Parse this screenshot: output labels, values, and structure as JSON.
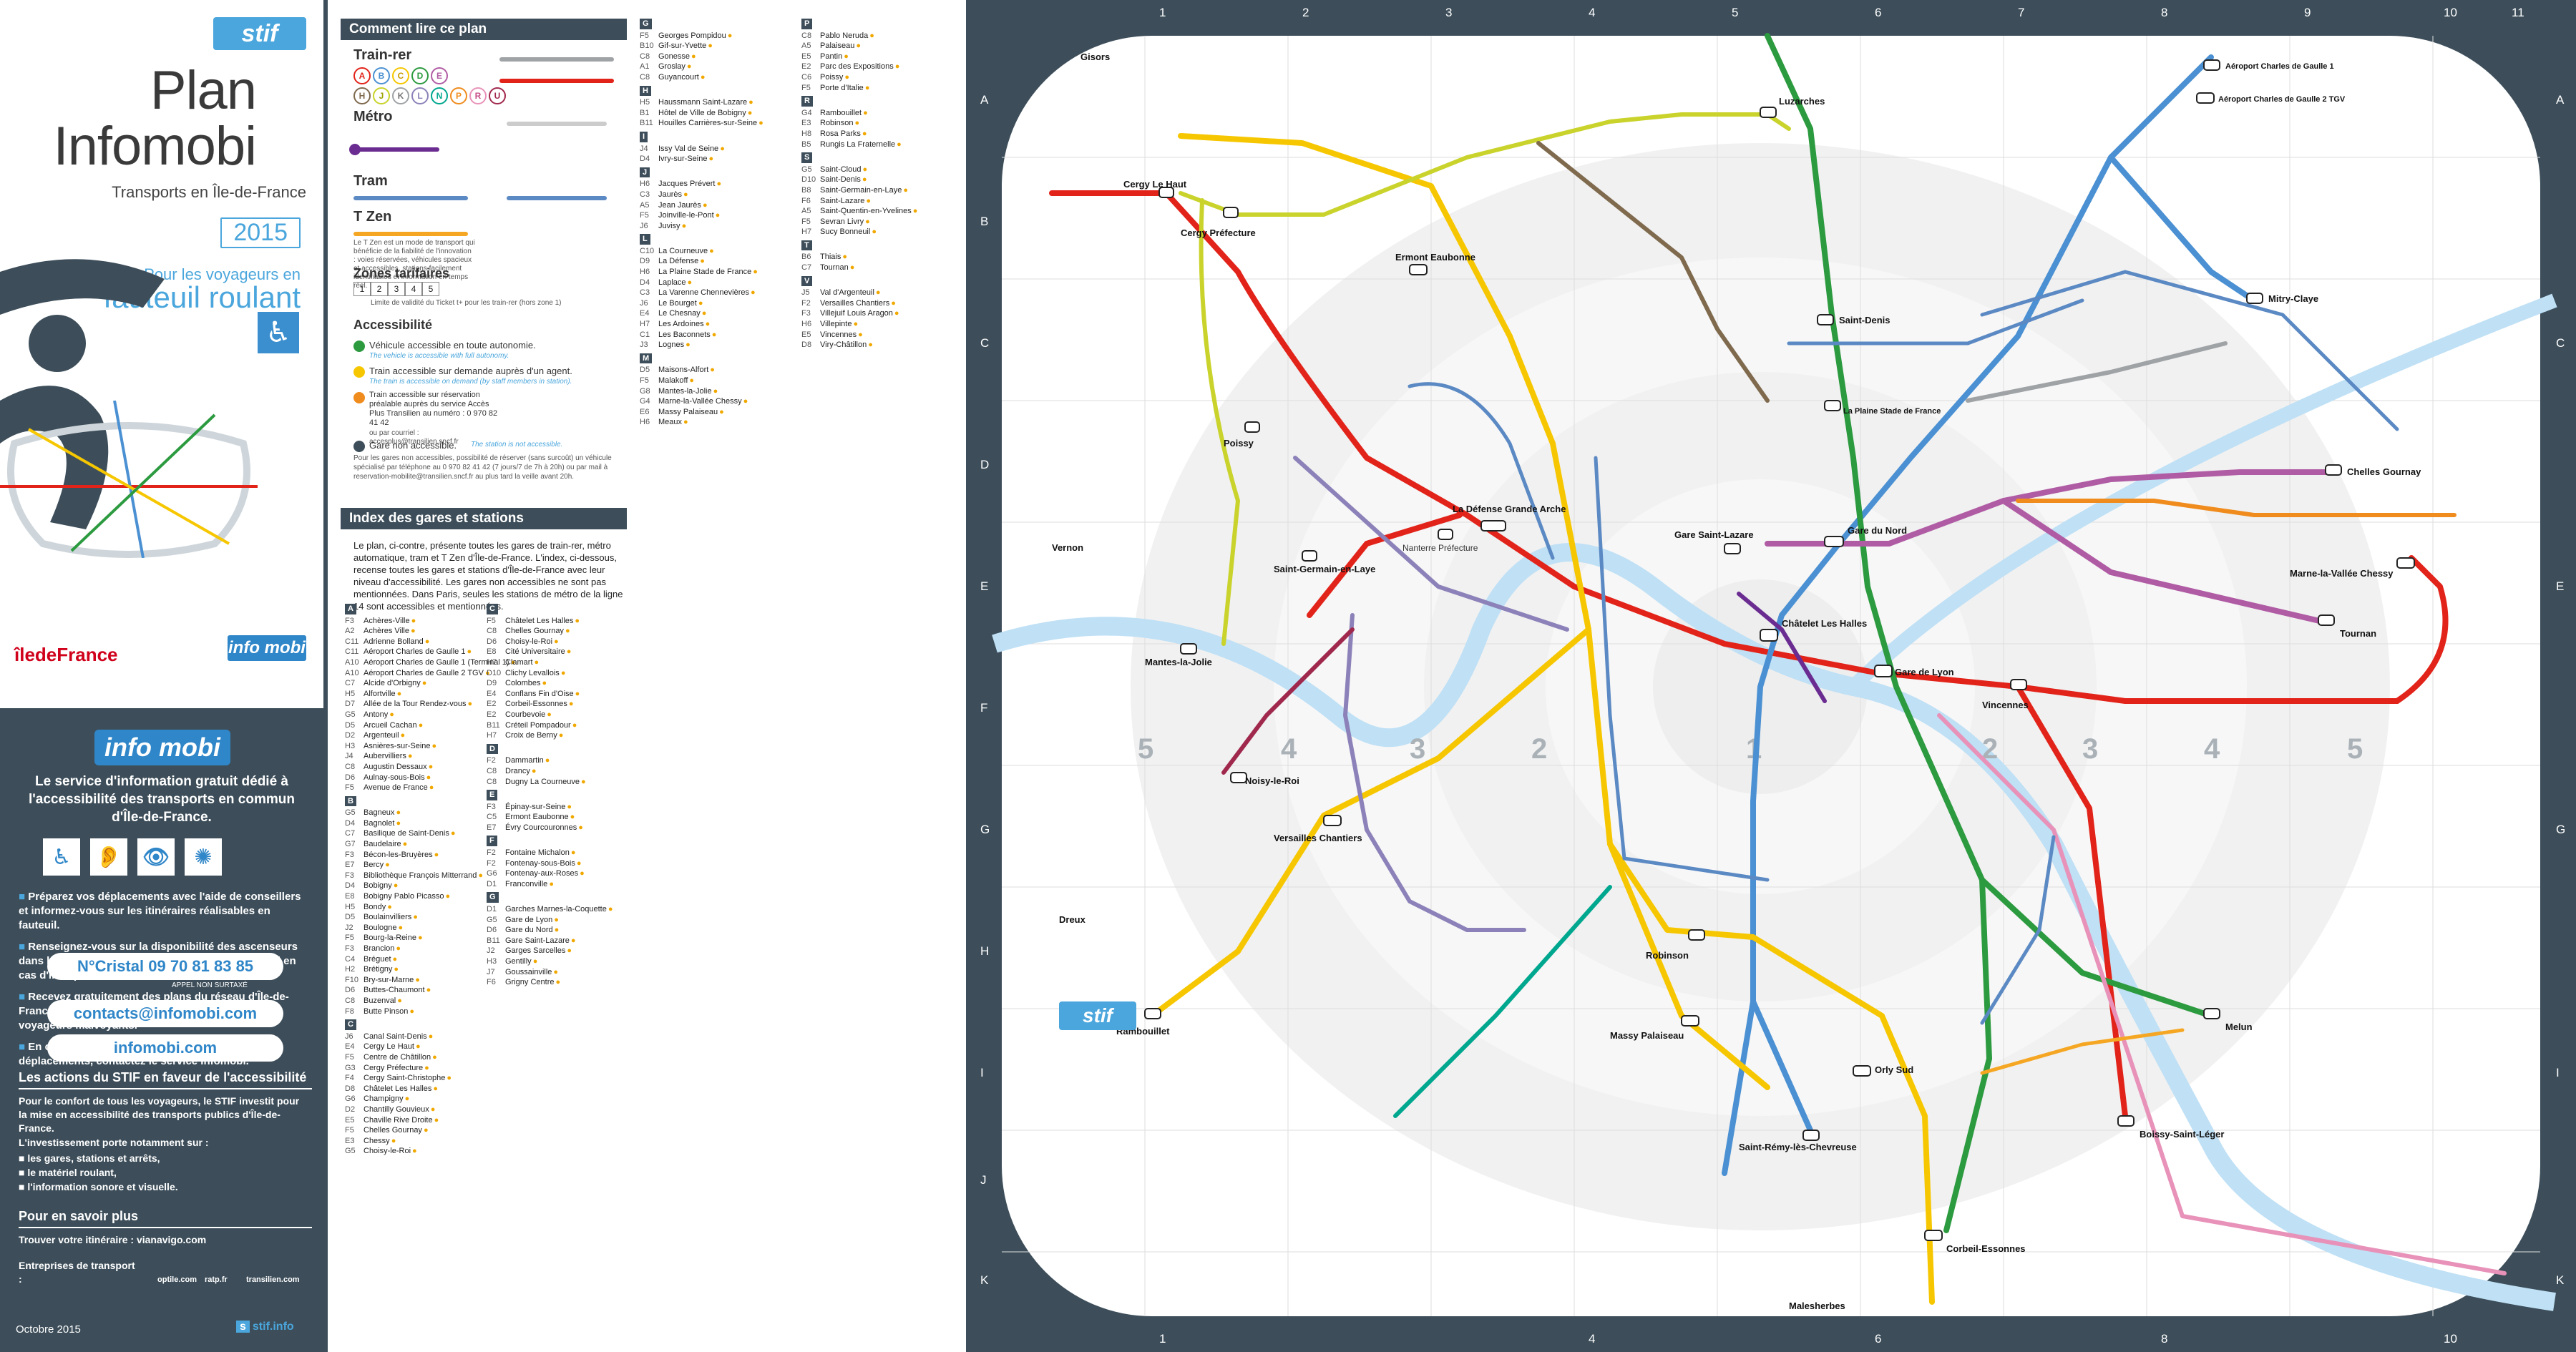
{
  "cover": {
    "logo": "stif",
    "title_line1": "Plan",
    "title_line2": "Infomobi",
    "subtitle": "Transports en Île-de-France",
    "year": "2015",
    "for_text": "Pour les voyageurs en",
    "for_big": "fauteuil roulant",
    "wheelchair_icon": "wheelchair-icon",
    "region_logo": "îledeFrance",
    "infomobi_logo": "info mobi"
  },
  "infomobi": {
    "logo": "info mobi",
    "text": "Le service d'information gratuit dédié à l'accessibilité des transports en commun d'Île-de-France.",
    "icons": [
      "wheelchair-icon",
      "ear-icon",
      "eye-icon",
      "brain-icon"
    ],
    "bullets": [
      "Préparez vos déplacements avec l'aide de conseillers et informez-vous sur les itinéraires réalisables en fauteuil.",
      "Renseignez-vous sur la disponibilité des ascenseurs dans les gares et soyez alertés par SMS ou courriel en cas d'indisponibilité.",
      "Recevez gratuitement des plans du réseau d'Île-de-France destinés aux voyageurs en fauteuils et aux voyageurs malvoyants.",
      "En cas de difficultés imprévues lors de vos déplacements, contactez le service Infomobi."
    ],
    "phone_label": "N°Cristal",
    "phone": "09 70 81 83 85",
    "phone_note": "APPEL NON SURTAXÉ",
    "email": "contacts@infomobi.com",
    "web": "infomobi.com",
    "actions_title": "Les actions du STIF en faveur de l'accessibilité",
    "actions_text": "Pour le confort de tous les voyageurs, le STIF investit pour la mise en accessibilité des transports publics d'Île-de-France.",
    "actions_sub": "L'investissement porte notamment sur :",
    "actions_list": [
      "les gares, stations et arrêts,",
      "le matériel roulant,",
      "l'information sonore et visuelle."
    ],
    "more_title": "Pour en savoir plus",
    "more_route": "Trouver votre itinéraire : vianavigo.com",
    "more_operators": "Entreprises de transport :",
    "operators": [
      "optile.com",
      "ratp.fr",
      "transilien.com"
    ],
    "date": "Octobre 2015",
    "stif_info": "stif.info"
  },
  "legend": {
    "title": "Comment lire ce plan",
    "trainrer": "Train-rer",
    "rer_letters": [
      "A",
      "B",
      "C",
      "D",
      "E"
    ],
    "train_letters": [
      "H",
      "J",
      "K",
      "L",
      "N",
      "P",
      "R",
      "U"
    ],
    "metro": "Métro",
    "tram": "Tram",
    "tzen": "T Zen",
    "tzen_text": "Le T Zen est un mode de transport qui bénéficie de la fiabilité de l'innovation : voies réservées, véhicules spacieux et accessibles, stations facilement identifiables et information en temps réel.",
    "zones_title": "Zones tarifaires",
    "zones": [
      "1",
      "2",
      "3",
      "4",
      "5"
    ],
    "zones_note": "Limite de validité du Ticket t+ pour les train-rer (hors zone 1)",
    "access_title": "Accessibilité",
    "access_1": "Véhicule accessible en toute autonomie.",
    "access_1b": "The vehicle is accessible with full autonomy.",
    "access_2": "Train accessible sur demande auprès d'un agent.",
    "access_2b": "The train is accessible on demand (by staff members in station).",
    "access_3": "Train accessible sur réservation préalable auprès du service Accès Plus Transilien au numéro : 0 970 82 41 42",
    "access_3b": "ou par courriel : accesplus@transilien.sncf.fr",
    "access_4": "Gare non accessible.",
    "access_4b": "The station is not accessible.",
    "access_text": "Pour les gares non accessibles, possibilité de réserver (sans surcoût) un véhicule spécialisé par téléphone au 0 970 82 41 42 (7 jours/7 de 7h à 20h) ou par mail à reservation-mobilite@transilien.sncf.fr au plus tard la veille avant 20h.",
    "index_title": "Index des gares et stations",
    "index_text": "Le plan, ci-contre, présente toutes les gares de train-rer, métro automatique, tram et T Zen d'Île-de-France. L'index, ci-dessous, recense toutes les gares et stations d'Île-de-France avec leur niveau d'accessibilité. Les gares non accessibles ne sont pas mentionnées. Dans Paris, seules les stations de métro de la ligne 14 sont accessibles et mentionnées."
  },
  "index": {
    "col1": [
      {
        "letter": "A",
        "rows": [
          [
            "F3",
            "Achères-Ville"
          ],
          [
            "A2",
            "Achères Ville"
          ],
          [
            "C11",
            "Adrienne Bolland"
          ],
          [
            "C11",
            "Aéroport Charles de Gaulle 1"
          ],
          [
            "A10",
            "Aéroport Charles de Gaulle 1 (Terminal 1)"
          ],
          [
            "A10",
            "Aéroport Charles de Gaulle 2 TGV"
          ],
          [
            "C7",
            "Alcide d'Orbigny"
          ],
          [
            "H5",
            "Alfortville"
          ],
          [
            "D7",
            "Allée de la Tour Rendez-vous"
          ],
          [
            "G5",
            "Antony"
          ],
          [
            "D5",
            "Arcueil Cachan"
          ],
          [
            "D2",
            "Argenteuil"
          ],
          [
            "H3",
            "Asnières-sur-Seine"
          ],
          [
            "J4",
            "Aubervilliers"
          ],
          [
            "C8",
            "Augustin Dessaux"
          ],
          [
            "D6",
            "Aulnay-sous-Bois"
          ],
          [
            "F5",
            "Avenue de France"
          ]
        ]
      },
      {
        "letter": "B",
        "rows": [
          [
            "G5",
            "Bagneux"
          ],
          [
            "D4",
            "Bagnolet"
          ],
          [
            "C7",
            "Basilique de Saint-Denis"
          ],
          [
            "G7",
            "Baudelaire"
          ],
          [
            "F3",
            "Bécon-les-Bruyères"
          ],
          [
            "E7",
            "Bercy"
          ],
          [
            "F3",
            "Bibliothèque François Mitterrand"
          ],
          [
            "D4",
            "Bobigny"
          ],
          [
            "E8",
            "Bobigny Pablo Picasso"
          ],
          [
            "H5",
            "Bondy"
          ],
          [
            "D5",
            "Boulainvilliers"
          ],
          [
            "J2",
            "Boulogne"
          ],
          [
            "F5",
            "Bourg-la-Reine"
          ],
          [
            "F3",
            "Brancion"
          ],
          [
            "C4",
            "Bréguet"
          ],
          [
            "H2",
            "Brétigny"
          ],
          [
            "F10",
            "Bry-sur-Marne"
          ],
          [
            "D6",
            "Buttes-Chaumont"
          ],
          [
            "C8",
            "Buzenval"
          ],
          [
            "F8",
            "Butte Pinson"
          ]
        ]
      },
      {
        "letter": "C",
        "rows": [
          [
            "J6",
            "Canal Saint-Denis"
          ],
          [
            "E4",
            "Cergy Le Haut"
          ],
          [
            "F5",
            "Centre de Châtillon"
          ],
          [
            "G3",
            "Cergy Préfecture"
          ],
          [
            "F4",
            "Cergy Saint-Christophe"
          ],
          [
            "D8",
            "Châtelet Les Halles"
          ],
          [
            "G6",
            "Champigny"
          ],
          [
            "D2",
            "Chantilly Gouvieux"
          ],
          [
            "E5",
            "Chaville Rive Droite"
          ],
          [
            "F5",
            "Chelles Gournay"
          ],
          [
            "E3",
            "Chessy"
          ],
          [
            "G5",
            "Choisy-le-Roi"
          ]
        ]
      }
    ],
    "col2": [
      {
        "letter": "C",
        "rows": [
          [
            "F5",
            "Châtelet Les Halles"
          ],
          [
            "C8",
            "Chelles Gournay"
          ],
          [
            "D6",
            "Choisy-le-Roi"
          ],
          [
            "E8",
            "Cité Universitaire"
          ],
          [
            "H7",
            "Clamart"
          ],
          [
            "D10",
            "Clichy Levallois"
          ],
          [
            "D9",
            "Colombes"
          ],
          [
            "E4",
            "Conflans Fin d'Oise"
          ],
          [
            "E2",
            "Corbeil-Essonnes"
          ],
          [
            "E2",
            "Courbevoie"
          ],
          [
            "B11",
            "Créteil Pompadour"
          ],
          [
            "H7",
            "Croix de Berny"
          ]
        ]
      },
      {
        "letter": "D",
        "rows": [
          [
            "F2",
            "Dammartin"
          ],
          [
            "C8",
            "Drancy"
          ],
          [
            "C8",
            "Dugny La Courneuve"
          ]
        ]
      },
      {
        "letter": "E",
        "rows": [
          [
            "F3",
            "Épinay-sur-Seine"
          ],
          [
            "C5",
            "Ermont Eaubonne"
          ],
          [
            "E7",
            "Évry Courcouronnes"
          ]
        ]
      },
      {
        "letter": "F",
        "rows": [
          [
            "F2",
            "Fontaine Michalon"
          ],
          [
            "F2",
            "Fontenay-sous-Bois"
          ],
          [
            "G6",
            "Fontenay-aux-Roses"
          ],
          [
            "D1",
            "Franconville"
          ]
        ]
      },
      {
        "letter": "G",
        "rows": [
          [
            "D1",
            "Garches Marnes-la-Coquette"
          ],
          [
            "G5",
            "Gare de Lyon"
          ],
          [
            "D6",
            "Gare du Nord"
          ],
          [
            "B11",
            "Gare Saint-Lazare"
          ],
          [
            "J2",
            "Garges Sarcelles"
          ],
          [
            "H3",
            "Gentilly"
          ],
          [
            "J7",
            "Goussainville"
          ],
          [
            "F6",
            "Grigny Centre"
          ]
        ]
      }
    ],
    "col3": [
      {
        "letter": "G",
        "rows": [
          [
            "F5",
            "Georges Pompidou"
          ],
          [
            "B10",
            "Gif-sur-Yvette"
          ],
          [
            "C8",
            "Gonesse"
          ],
          [
            "A1",
            "Groslay"
          ],
          [
            "C8",
            "Guyancourt"
          ]
        ]
      },
      {
        "letter": "H",
        "rows": [
          [
            "H5",
            "Haussmann Saint-Lazare"
          ],
          [
            "B1",
            "Hôtel de Ville de Bobigny"
          ],
          [
            "B11",
            "Houilles Carrières-sur-Seine"
          ]
        ]
      },
      {
        "letter": "I",
        "rows": [
          [
            "J4",
            "Issy Val de Seine"
          ],
          [
            "D4",
            "Ivry-sur-Seine"
          ]
        ]
      },
      {
        "letter": "J",
        "rows": [
          [
            "H6",
            "Jacques Prévert"
          ],
          [
            "C3",
            "Jaurès"
          ],
          [
            "A5",
            "Jean Jaurès"
          ],
          [
            "F5",
            "Joinville-le-Pont"
          ],
          [
            "J6",
            "Juvisy"
          ]
        ]
      },
      {
        "letter": "L",
        "rows": [
          [
            "C10",
            "La Courneuve"
          ],
          [
            "D9",
            "La Défense"
          ],
          [
            "H6",
            "La Plaine Stade de France"
          ],
          [
            "D4",
            "Laplace"
          ],
          [
            "C3",
            "La Varenne Chennevières"
          ],
          [
            "J6",
            "Le Bourget"
          ],
          [
            "E4",
            "Le Chesnay"
          ],
          [
            "H7",
            "Les Ardoines"
          ],
          [
            "C1",
            "Les Baconnets"
          ],
          [
            "J3",
            "Lognes"
          ]
        ]
      },
      {
        "letter": "M",
        "rows": [
          [
            "D5",
            "Maisons-Alfort"
          ],
          [
            "F5",
            "Malakoff"
          ],
          [
            "G8",
            "Mantes-la-Jolie"
          ],
          [
            "G4",
            "Marne-la-Vallée Chessy"
          ],
          [
            "E6",
            "Massy Palaiseau"
          ],
          [
            "H6",
            "Meaux"
          ]
        ]
      }
    ],
    "col4": [
      {
        "letter": "P",
        "rows": [
          [
            "C8",
            "Pablo Neruda"
          ],
          [
            "A5",
            "Palaiseau"
          ],
          [
            "E5",
            "Pantin"
          ],
          [
            "E2",
            "Parc des Expositions"
          ],
          [
            "C6",
            "Poissy"
          ],
          [
            "F5",
            "Porte d'Italie"
          ]
        ]
      },
      {
        "letter": "R",
        "rows": [
          [
            "G4",
            "Rambouillet"
          ],
          [
            "E3",
            "Robinson"
          ],
          [
            "H8",
            "Rosa Parks"
          ],
          [
            "B5",
            "Rungis La Fraternelle"
          ]
        ]
      },
      {
        "letter": "S",
        "rows": [
          [
            "G5",
            "Saint-Cloud"
          ],
          [
            "D10",
            "Saint-Denis"
          ],
          [
            "B8",
            "Saint-Germain-en-Laye"
          ],
          [
            "F6",
            "Saint-Lazare"
          ],
          [
            "A5",
            "Saint-Quentin-en-Yvelines"
          ],
          [
            "F5",
            "Sevran Livry"
          ],
          [
            "H7",
            "Sucy Bonneuil"
          ]
        ]
      },
      {
        "letter": "T",
        "rows": [
          [
            "B6",
            "Thiais"
          ],
          [
            "C7",
            "Tournan"
          ]
        ]
      },
      {
        "letter": "V",
        "rows": [
          [
            "J5",
            "Val d'Argenteuil"
          ],
          [
            "F2",
            "Versailles Chantiers"
          ],
          [
            "F3",
            "Villejuif Louis Aragon"
          ],
          [
            "H6",
            "Villepinte"
          ],
          [
            "E5",
            "Vincennes"
          ],
          [
            "D8",
            "Viry-Châtillon"
          ]
        ]
      }
    ]
  },
  "map": {
    "columns": [
      "1",
      "2",
      "3",
      "4",
      "5",
      "6",
      "7",
      "8",
      "9",
      "10",
      "11"
    ],
    "rows": [
      "A",
      "B",
      "C",
      "D",
      "E",
      "F",
      "G",
      "H",
      "I",
      "J",
      "K"
    ],
    "zones": [
      "1",
      "2",
      "3",
      "4",
      "5"
    ],
    "logo": "stif",
    "colors": {
      "rerA": "#e2231a",
      "rerB": "#4a90d2",
      "rerC": "#f6c700",
      "rerD": "#2c9a3f",
      "rerE": "#b05ca4",
      "trainH": "#7f6a4e",
      "trainJ": "#c9d32b",
      "trainK": "#9fa3a6",
      "trainL": "#8c82b9",
      "trainN": "#00a78f",
      "trainP": "#f08c1e",
      "trainR": "#e892b9",
      "trainU": "#a0284d",
      "metro14": "#6a2c91",
      "tram": "#5b89c3",
      "tzen": "#f5a623"
    },
    "stations": [
      {
        "label": "Cergy Le Haut"
      },
      {
        "label": "Cergy Préfecture"
      },
      {
        "label": "Poissy"
      },
      {
        "label": "Saint-Germain-en-Laye"
      },
      {
        "label": "La Défense Grande Arche"
      },
      {
        "label": "Nanterre Préfecture"
      },
      {
        "label": "Gare Saint-Lazare"
      },
      {
        "label": "Gare du Nord"
      },
      {
        "label": "Châtelet Les Halles"
      },
      {
        "label": "Gare de Lyon"
      },
      {
        "label": "Aéroport Charles de Gaulle 1"
      },
      {
        "label": "Aéroport Charles de Gaulle 2 TGV"
      },
      {
        "label": "Marne-la-Vallée Chessy"
      },
      {
        "label": "Versailles Chantiers"
      },
      {
        "label": "Massy Palaiseau"
      },
      {
        "label": "Orly Sud"
      },
      {
        "label": "Corbeil-Essonnes"
      },
      {
        "label": "Boissy-Saint-Léger"
      },
      {
        "label": "Ermont Eaubonne"
      },
      {
        "label": "Mantes-la-Jolie"
      },
      {
        "label": "Rambouillet"
      },
      {
        "label": "Saint-Rémy-lès-Chevreuse"
      },
      {
        "label": "Chelles Gournay"
      },
      {
        "label": "Noisy-le-Roi"
      },
      {
        "label": "Saint-Denis"
      },
      {
        "label": "La Plaine Stade de France"
      },
      {
        "label": "Vincennes"
      },
      {
        "label": "Luzarches"
      },
      {
        "label": "Mitry-Claye"
      },
      {
        "label": "Robinson"
      },
      {
        "label": "Tournan"
      },
      {
        "label": "Melun"
      },
      {
        "label": "Gisors"
      },
      {
        "label": "Vernon"
      },
      {
        "label": "Dreux"
      },
      {
        "label": "Malesherbes"
      }
    ]
  }
}
